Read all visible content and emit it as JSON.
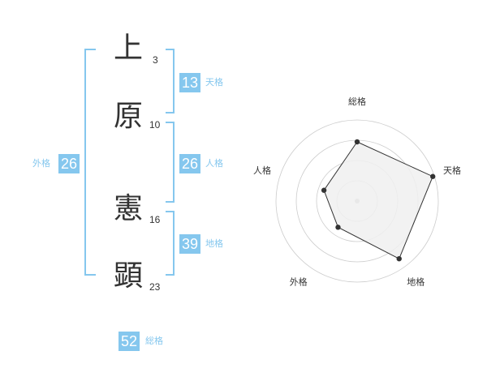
{
  "name": {
    "chars": [
      {
        "char": "上",
        "strokes": "3"
      },
      {
        "char": "原",
        "strokes": "10"
      },
      {
        "char": "憲",
        "strokes": "16"
      },
      {
        "char": "顕",
        "strokes": "23"
      }
    ]
  },
  "fortunes": {
    "tenkaku": {
      "value": "13",
      "label": "天格"
    },
    "jinkaku": {
      "value": "26",
      "label": "人格"
    },
    "chikaku": {
      "value": "39",
      "label": "地格"
    },
    "gaikaku": {
      "value": "26",
      "label": "外格"
    },
    "soukaku": {
      "value": "52",
      "label": "総格"
    }
  },
  "chart_data": {
    "type": "radar",
    "axes": [
      "総格",
      "天格",
      "地格",
      "外格",
      "人格"
    ],
    "values": [
      0.73,
      0.98,
      0.88,
      0.4,
      0.43
    ],
    "rings": 4,
    "fill_color": "#f0f0f0",
    "line_color": "#333333"
  }
}
